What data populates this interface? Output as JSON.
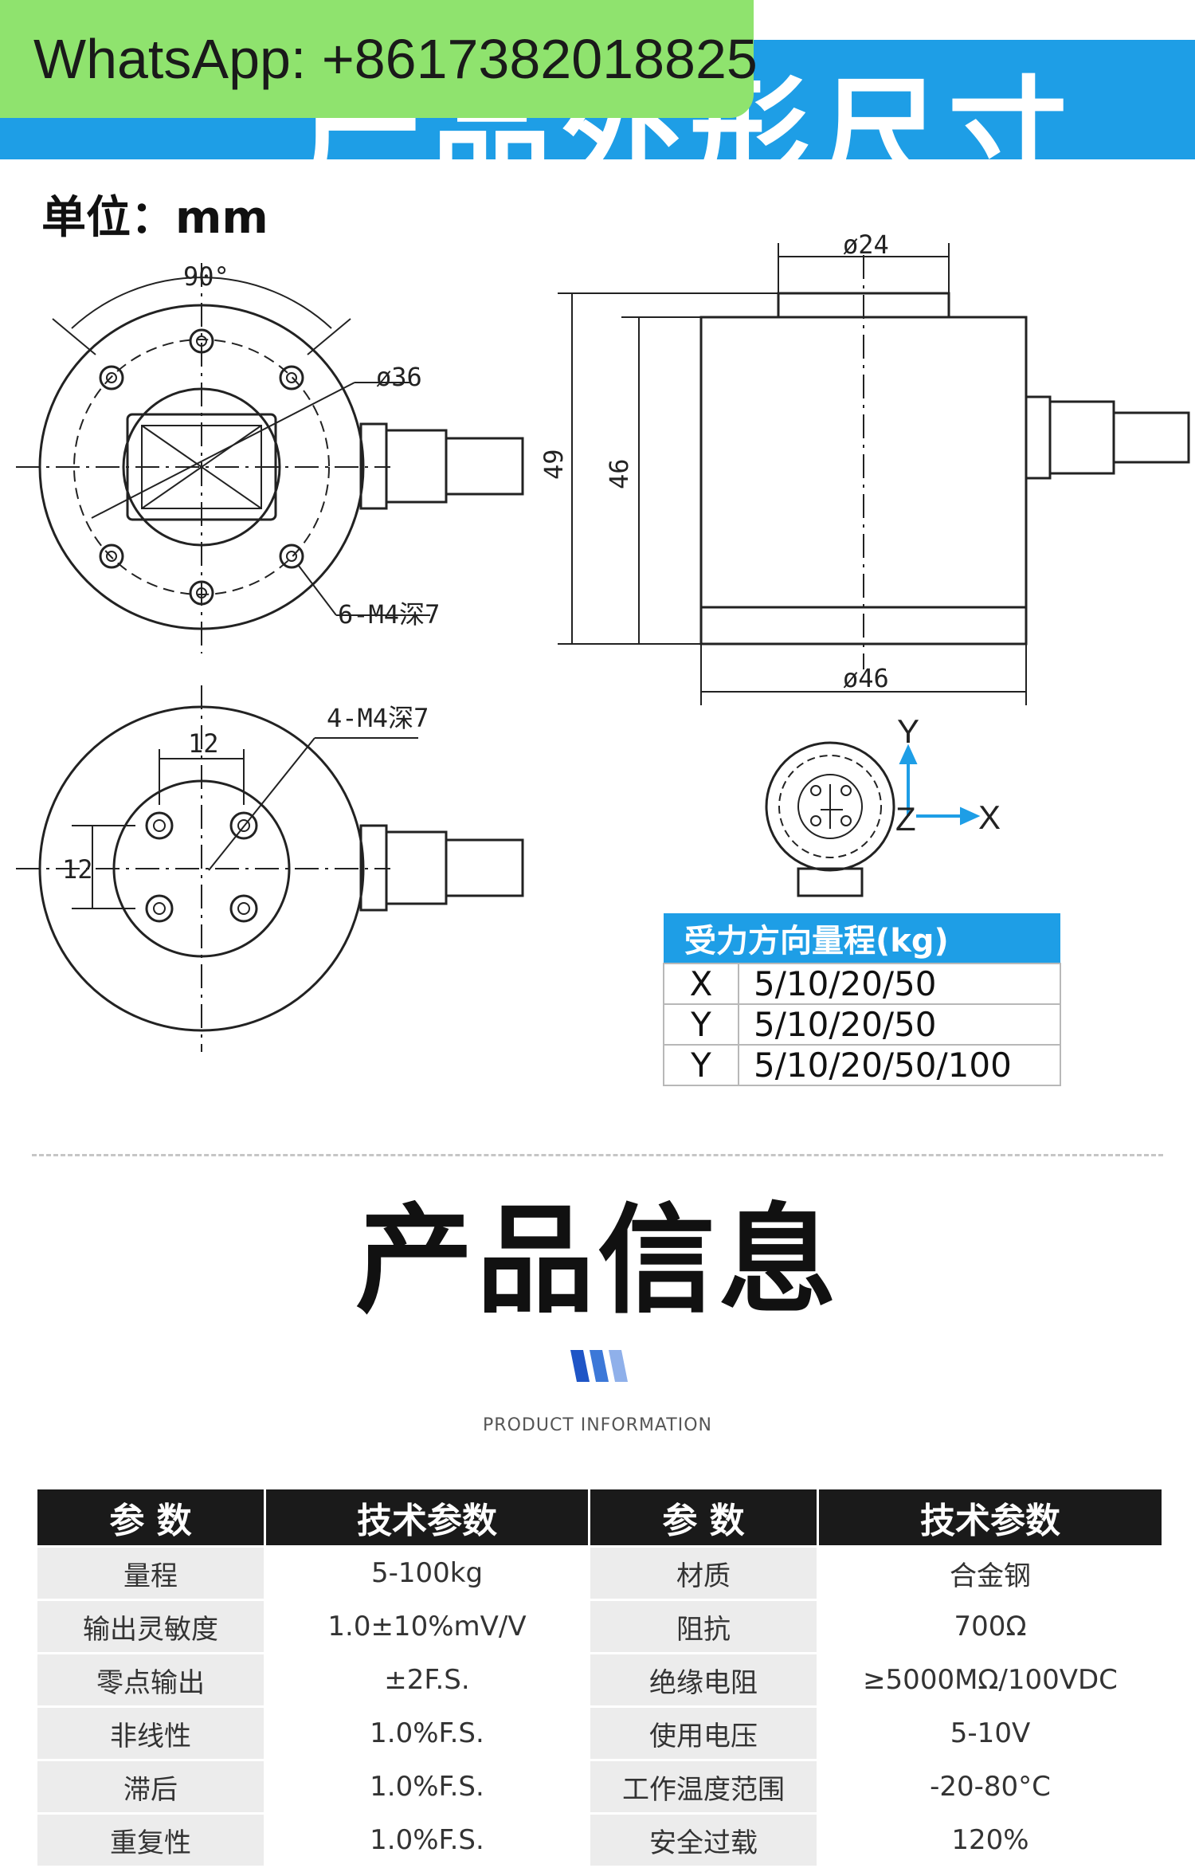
{
  "watermark": "WhatsApp: +8617382018825",
  "banner_title": "产品外形尺寸",
  "unit_label": "单位：mm",
  "dimensions": {
    "angle": "90°",
    "d36": "ø36",
    "d24": "ø24",
    "d46": "ø46",
    "h49": "49",
    "h46": "46",
    "holes6": "6-M4深7",
    "holes4": "4-M4深7",
    "w12": "12",
    "h12": "12"
  },
  "axes": {
    "y": "Y",
    "z": "Z",
    "x": "X"
  },
  "range_table": {
    "header": "受力方向量程(kg)",
    "rows": [
      {
        "axis": "X",
        "range": "5/10/20/50"
      },
      {
        "axis": "Y",
        "range": "5/10/20/50"
      },
      {
        "axis": "Y",
        "range": "5/10/20/50/100"
      }
    ]
  },
  "info": {
    "title": "产品信息",
    "subtitle": "PRODUCT INFORMATION"
  },
  "spec_table": {
    "headers": [
      "参 数",
      "技术参数",
      "参 数",
      "技术参数"
    ],
    "rows": [
      [
        "量程",
        "5-100kg",
        "材质",
        "合金钢"
      ],
      [
        "输出灵敏度",
        "1.0±10%mV/V",
        "阻抗",
        "700Ω"
      ],
      [
        "零点输出",
        "±2F.S.",
        "绝缘电阻",
        "≥5000MΩ/100VDC"
      ],
      [
        "非线性",
        "1.0%F.S.",
        "使用电压",
        "5-10V"
      ],
      [
        "滞后",
        "1.0%F.S.",
        "工作温度范围",
        "-20-80°C"
      ],
      [
        "重复性",
        "1.0%F.S.",
        "安全过载",
        "120%"
      ]
    ]
  },
  "colors": {
    "accent": "#1e9ee6",
    "watermark_bg": "#8fe36e",
    "table_header": "#1a1a1a"
  }
}
